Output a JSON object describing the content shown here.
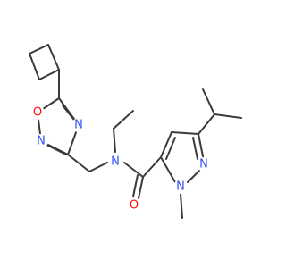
{
  "molecule": {
    "colors": {
      "bond": "#3a3a3a",
      "nitrogen": "#3050f8",
      "oxygen": "#ff0d0d",
      "background": "#ffffff"
    },
    "atoms": {
      "N_amide": {
        "label": "N",
        "element": "nitrogen"
      },
      "O_carbonyl": {
        "label": "O",
        "element": "oxygen"
      },
      "O_ring": {
        "label": "O",
        "element": "oxygen"
      },
      "N_ring_2": {
        "label": "N",
        "element": "nitrogen"
      },
      "N_ring_4": {
        "label": "N",
        "element": "nitrogen"
      },
      "N_pyrazole_1": {
        "label": "N",
        "element": "nitrogen"
      },
      "N_pyrazole_2": {
        "label": "N",
        "element": "nitrogen"
      }
    }
  }
}
